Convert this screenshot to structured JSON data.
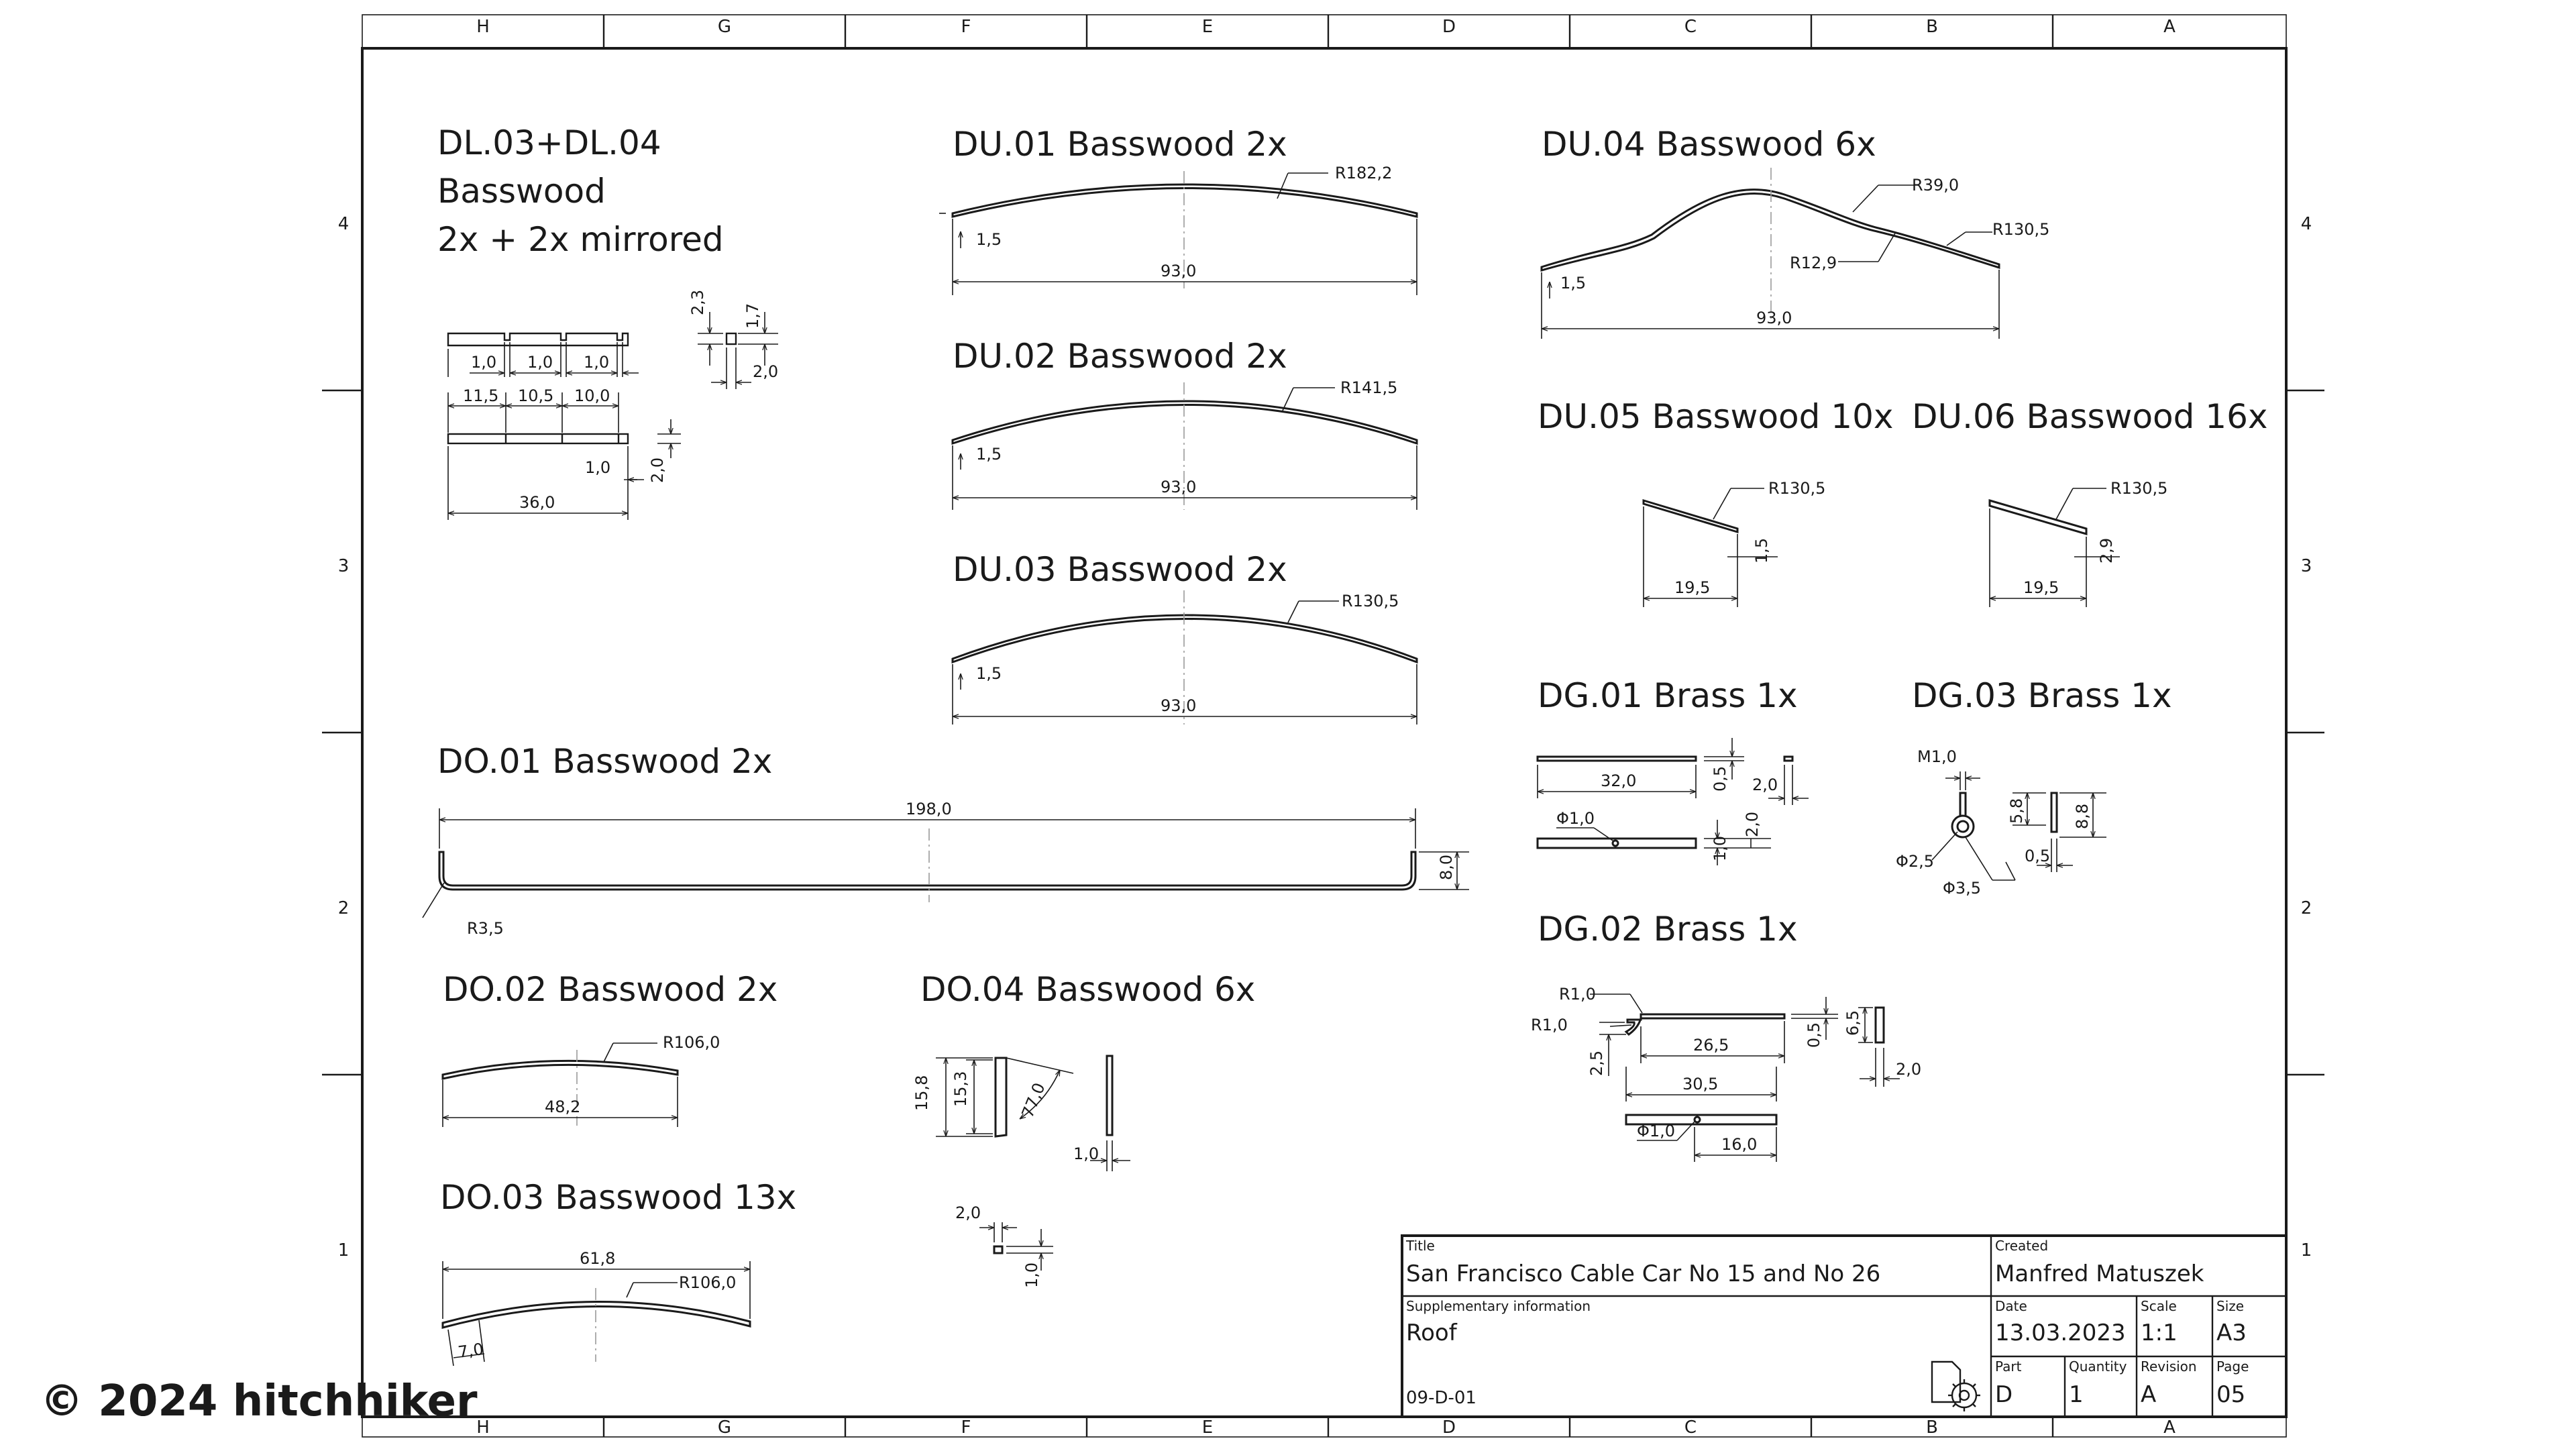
{
  "zones": {
    "columns": [
      "H",
      "G",
      "F",
      "E",
      "D",
      "C",
      "B",
      "A"
    ],
    "rows": [
      "4",
      "3",
      "2",
      "1"
    ]
  },
  "parts": {
    "dl_title": [
      "DL.03+DL.04",
      "Basswood",
      "2x + 2x mirrored"
    ],
    "du01_title": "DU.01 Basswood 2x",
    "du02_title": "DU.02 Basswood 2x",
    "du03_title": "DU.03 Basswood 2x",
    "du04_title": "DU.04 Basswood 6x",
    "du05_title": "DU.05 Basswood 10x",
    "du06_title": "DU.06 Basswood 16x",
    "do01_title": "DO.01 Basswood 2x",
    "do02_title": "DO.02 Basswood 2x",
    "do03_title": "DO.03 Basswood 13x",
    "do04_title": "DO.04 Basswood 6x",
    "dg01_title": "DG.01 Brass 1x",
    "dg02_title": "DG.02 Brass 1x",
    "dg03_title": "DG.03 Brass 1x"
  },
  "dims": {
    "dl": {
      "w1a": "1,0",
      "w1b": "1,0",
      "w1c": "1,0",
      "l1": "11,5",
      "l2": "10,5",
      "l3": "10,0",
      "total": "36,0",
      "h": "1,0",
      "t": "2,0",
      "s1": "2,3",
      "s2": "1,7",
      "s3": "2,0"
    },
    "du01": {
      "r": "R182,2",
      "t": "1,5",
      "l": "93,0"
    },
    "du02": {
      "r": "R141,5",
      "t": "1,5",
      "l": "93,0"
    },
    "du03": {
      "r": "R130,5",
      "t": "1,5",
      "l": "93,0"
    },
    "du04": {
      "r1": "R39,0",
      "r2": "R130,5",
      "r3": "R12,9",
      "t": "1,5",
      "l": "93,0"
    },
    "du05": {
      "r": "R130,5",
      "t": "1,5",
      "l": "19,5"
    },
    "du06": {
      "r": "R130,5",
      "t": "2,9",
      "l": "19,5"
    },
    "do01": {
      "l": "198,0",
      "h": "8,0",
      "r": "R3,5"
    },
    "do02": {
      "r": "R106,0",
      "l": "48,2"
    },
    "do03": {
      "r": "R106,0",
      "l": "61,8",
      "t": "7,0"
    },
    "do04": {
      "h1": "15,8",
      "h2": "15,3",
      "a": "77,0",
      "t1": "1,0",
      "w": "2,0",
      "t2": "1,0"
    },
    "dg01": {
      "l": "32,0",
      "a": "0,5",
      "b": "2,0",
      "c": "1,0",
      "d": "2,0",
      "hole": "Φ1,0"
    },
    "dg02": {
      "r1": "R1,0",
      "r2": "R1,0",
      "l1": "26,5",
      "l2": "30,5",
      "l3": "16,0",
      "h": "2,5",
      "a": "0,5",
      "b": "6,5",
      "c": "2,0",
      "hole": "Φ1,0"
    },
    "dg03": {
      "m": "M1,0",
      "a": "5,8",
      "b": "8,8",
      "c": "0,5",
      "d1": "Φ2,5",
      "d2": "Φ3,5"
    }
  },
  "title_block": {
    "title_label": "Title",
    "title": "San Francisco Cable Car No 15 and No 26",
    "created_label": "Created",
    "created": "Manfred Matuszek",
    "supp_label": "Supplementary information",
    "supp": "Roof",
    "date_label": "Date",
    "date": "13.03.2023",
    "scale_label": "Scale",
    "scale": "1:1",
    "size_label": "Size",
    "size": "A3",
    "drawing_no": "09-D-01",
    "part_label": "Part",
    "part": "D",
    "quantity_label": "Quantity",
    "quantity": "1",
    "revision_label": "Revision",
    "revision": "A",
    "page_label": "Page",
    "page": "05",
    "logo_icon": "gear-document-icon"
  },
  "watermark": "© 2024 hitchhiker"
}
